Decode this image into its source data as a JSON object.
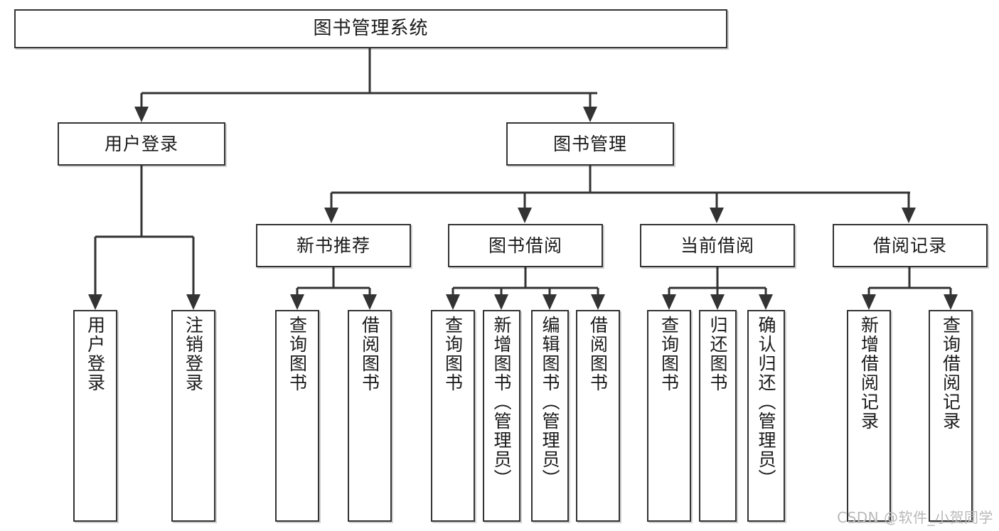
{
  "diagram": {
    "title": "图书管理系统",
    "watermark": "CSDN @软件_小贺同学",
    "colors": {
      "box_border": "#333333",
      "line": "#333333",
      "background": "#ffffff",
      "text": "#1a1a1a",
      "watermark": "#b9b9b9"
    },
    "levels": {
      "root": {
        "label": "图书管理系统"
      },
      "level2": [
        {
          "label": "用户登录"
        },
        {
          "label": "图书管理"
        }
      ],
      "level3": [
        {
          "label": "新书推荐"
        },
        {
          "label": "图书借阅"
        },
        {
          "label": "当前借阅"
        },
        {
          "label": "借阅记录"
        }
      ],
      "level4": {
        "user_login": [
          {
            "label": "用户登录"
          },
          {
            "label": "注销登录"
          }
        ],
        "new_book_recommend": [
          {
            "label": "查询图书"
          },
          {
            "label": "借阅图书"
          }
        ],
        "book_borrow": [
          {
            "label": "查询图书"
          },
          {
            "label": "新增图书（管理员）"
          },
          {
            "label": "编辑图书（管理员）"
          },
          {
            "label": "借阅图书"
          }
        ],
        "current_borrow": [
          {
            "label": "查询图书"
          },
          {
            "label": "归还图书"
          },
          {
            "label": "确认归还（管理员）"
          }
        ],
        "borrow_record": [
          {
            "label": "新增借阅记录"
          },
          {
            "label": "查询借阅记录"
          }
        ]
      }
    }
  }
}
